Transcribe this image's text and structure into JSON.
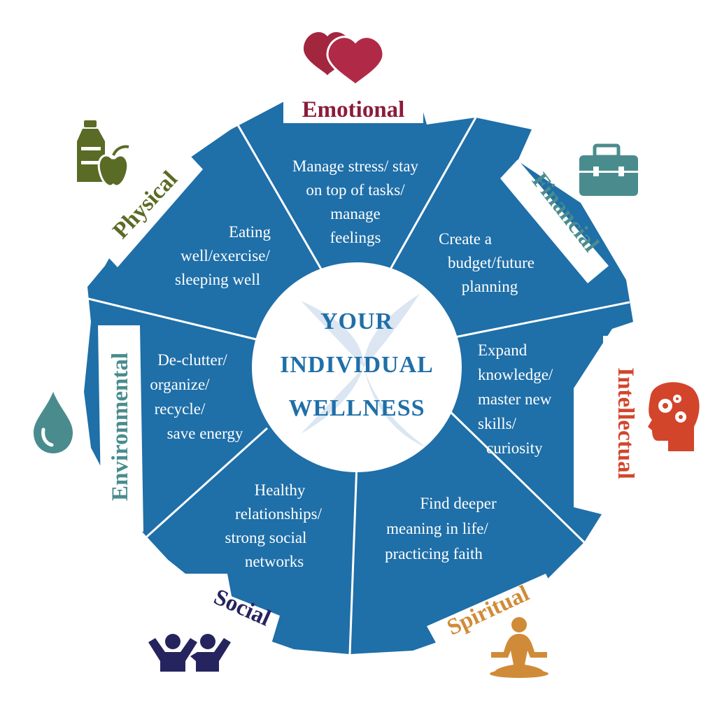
{
  "center": {
    "lines": [
      "YOUR",
      "INDIVIDUAL",
      "WELLNESS"
    ]
  },
  "colors": {
    "wheel": "#1f6fa8",
    "emotional": "#8b1c3a",
    "financial": "#4a8c8e",
    "intellectual": "#d2452b",
    "spiritual": "#d08b38",
    "social": "#26245e",
    "environmental": "#4a8c8e",
    "physical": "#5a6b25"
  },
  "dimensions": {
    "emotional": {
      "label": "Emotional",
      "icon": "hearts-icon",
      "lines": [
        "Manage stress/ stay",
        "on top of tasks/",
        "manage",
        "feelings"
      ]
    },
    "financial": {
      "label": "Financial",
      "icon": "briefcase-icon",
      "lines": [
        "Create a",
        "budget/future",
        "planning"
      ]
    },
    "intellectual": {
      "label": "Intellectual",
      "icon": "head-gears-icon",
      "lines": [
        "Expand",
        "knowledge/",
        "master new",
        "skills/",
        "curiosity"
      ]
    },
    "spiritual": {
      "label": "Spiritual",
      "icon": "meditation-icon",
      "lines": [
        "Find deeper",
        "meaning in life/",
        "practicing faith"
      ]
    },
    "social": {
      "label": "Social",
      "icon": "people-icon",
      "lines": [
        "Healthy",
        "relationships/",
        "strong social",
        "networks"
      ]
    },
    "environmental": {
      "label": "Environmental",
      "icon": "water-drop-icon",
      "lines": [
        "De-clutter/",
        "organize/",
        "recycle/",
        "save energy"
      ]
    },
    "physical": {
      "label": "Physical",
      "icon": "bottle-apple-icon",
      "lines": [
        "Eating",
        "well/exercise/",
        "sleeping well"
      ]
    }
  }
}
